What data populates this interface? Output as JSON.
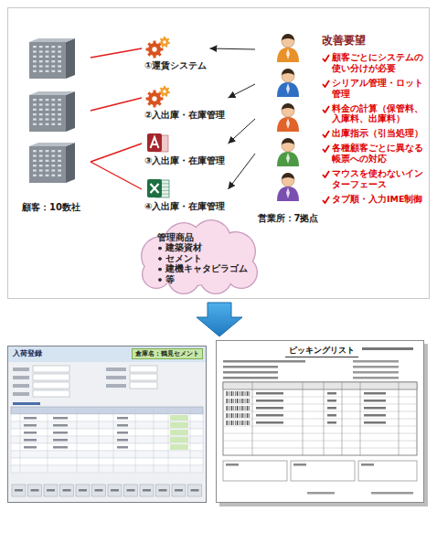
{
  "diagram": {
    "nodes": [
      {
        "text": [
          "顧客：10数社"
        ]
      },
      {
        "text": [
          "①運賃システム"
        ]
      },
      {
        "text": [
          "②入出庫・在庫管理"
        ]
      },
      {
        "text": [
          "③入出庫・在庫管理"
        ]
      },
      {
        "text": [
          "④入出庫・在庫管理"
        ]
      },
      {
        "text": [
          "管理商品",
          "建築資材",
          "セメント",
          "建機キャタピラゴム",
          "等"
        ]
      },
      {
        "text": [
          "営業所：7拠点"
        ]
      },
      {
        "text": [
          "入荷登録",
          "倉庫名：鶴見セメント"
        ]
      },
      {
        "text": [
          "ピッキングリスト"
        ]
      }
    ],
    "edges": [
      {
        "from": 0,
        "to": 1,
        "arrow": "none"
      },
      {
        "from": 0,
        "to": 2,
        "arrow": "none"
      },
      {
        "from": 0,
        "to": 3,
        "arrow": "none"
      },
      {
        "from": 0,
        "to": 4,
        "arrow": "none"
      },
      {
        "from": 6,
        "to": 1,
        "arrow": "to"
      },
      {
        "from": 6,
        "to": 2,
        "arrow": "to"
      },
      {
        "from": 6,
        "to": 3,
        "arrow": "to"
      },
      {
        "from": 6,
        "to": 4,
        "arrow": "to"
      }
    ],
    "labels": [
      "改善要望",
      "顧客ごとにシステムの使い分けが必要",
      "シリアル管理・ロット管理",
      "料金の計算（保管料、入庫料、出庫料）",
      "出庫指示（引当処理）",
      "各種顧客ごとに異なる帳票への対応",
      "マウスを使わないインターフェース",
      "タブ順・入力IME制御"
    ]
  }
}
